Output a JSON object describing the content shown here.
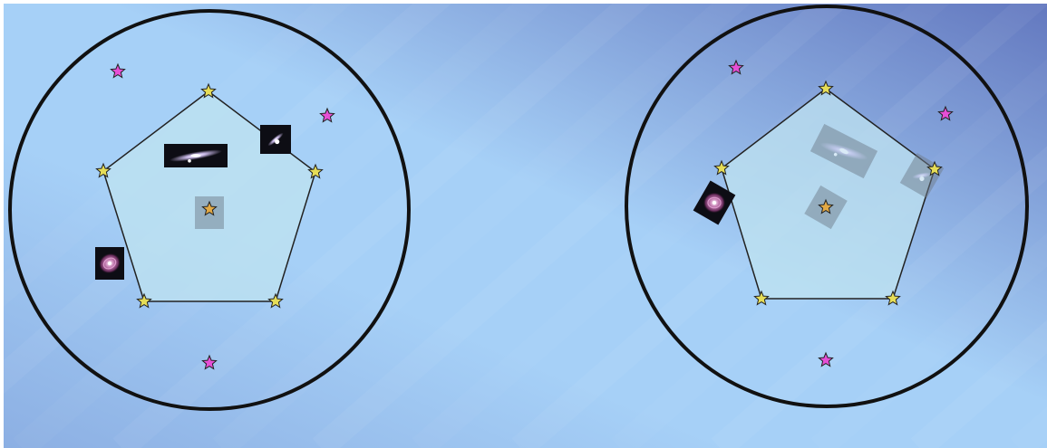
{
  "colors": {
    "background_light": "#a6d0f7",
    "background_dark": "#6378bf",
    "background_corner": "#8cafe3",
    "circle_stroke": "#111111",
    "pentagon_fill": "#bfe3f0",
    "pentagon_stroke": "#222222",
    "vertex_star": "#e6dd57",
    "outer_star": "#e64fd6",
    "center_star": "#e2a945",
    "frame_dark": "#0d0d14",
    "frame_faded": "#6f7d8c"
  },
  "diagrams": [
    {
      "name": "left-diagram",
      "images": [
        {
          "name": "edge-on-galaxy-image",
          "kind": "edge-on",
          "faded": false
        },
        {
          "name": "comet-image",
          "kind": "comet",
          "faded": false
        },
        {
          "name": "spiral-galaxy-image",
          "kind": "spiral",
          "faded": false
        },
        {
          "name": "center-tile",
          "kind": "blank",
          "faded": true
        }
      ]
    },
    {
      "name": "right-diagram",
      "images": [
        {
          "name": "edge-on-galaxy-image",
          "kind": "edge-on",
          "faded": true
        },
        {
          "name": "comet-image",
          "kind": "comet",
          "faded": true
        },
        {
          "name": "spiral-galaxy-image",
          "kind": "spiral",
          "faded": false
        },
        {
          "name": "center-tile",
          "kind": "blank",
          "faded": true
        }
      ]
    }
  ],
  "icons": {
    "vertex": "yellow-star-icon",
    "outer": "pink-star-icon",
    "center": "orange-star-icon"
  }
}
